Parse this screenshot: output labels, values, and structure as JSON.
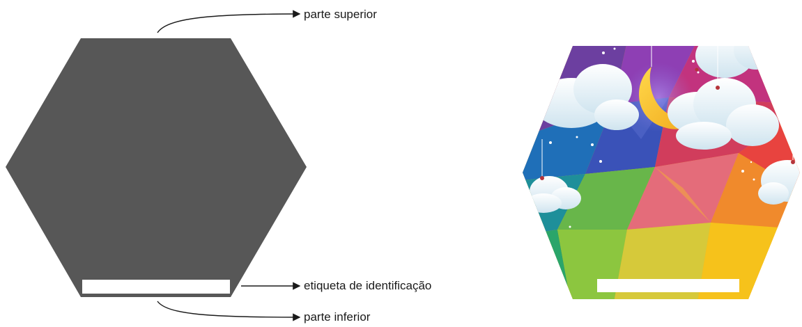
{
  "diagram": {
    "callouts": {
      "top": "parte superior",
      "label": "etiqueta de identificação",
      "bottom": "parte inferior"
    }
  },
  "colors": {
    "hexagon_fill": "#575757",
    "label_fill": "#ffffff",
    "arrow": "#1a1a1a"
  }
}
